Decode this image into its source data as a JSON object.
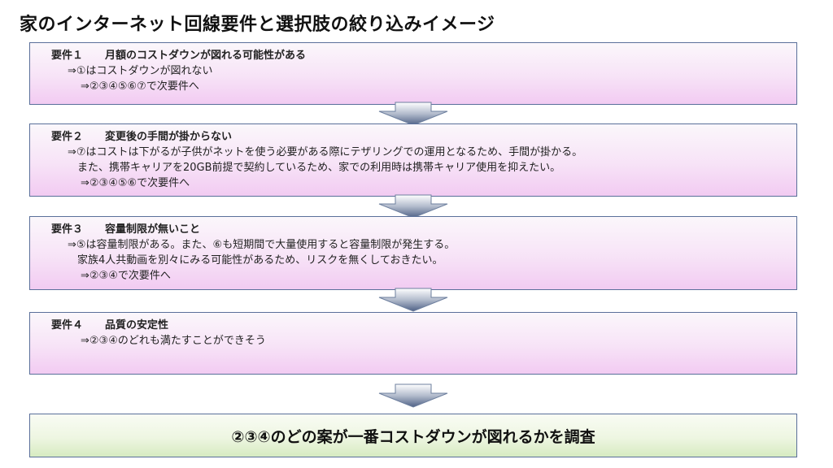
{
  "title": "家のインターネット回線要件と選択肢の絞り込みイメージ",
  "requirements": [
    {
      "num": "要件１",
      "title": "月額のコストダウンが図れる可能性がある",
      "lines": [
        "⇒①はコストダウンが図れない",
        "⇒②③④⑤⑥⑦で次要件へ"
      ]
    },
    {
      "num": "要件２",
      "title": "変更後の手間が掛からない",
      "lines": [
        "⇒⑦はコストは下がるが子供がネットを使う必要がある際にテザリングでの運用となるため、手間が掛かる。",
        "また、携帯キャリアを20GB前提で契約しているため、家での利用時は携帯キャリア使用を抑えたい。",
        "⇒②③④⑤⑥で次要件へ"
      ]
    },
    {
      "num": "要件３",
      "title": "容量制限が無いこと",
      "lines": [
        "⇒⑤は容量制限がある。また、⑥も短期間で大量使用すると容量制限が発生する。",
        "家族4人共動画を別々にみる可能性があるため、リスクを無くしておきたい。",
        "⇒②③④で次要件へ"
      ]
    },
    {
      "num": "要件４",
      "title": "品質の安定性",
      "lines": [
        "⇒②③④のどれも満たすことができそう"
      ]
    }
  ],
  "conclusion": "②③④のどの案が一番コストダウンが図れるかを調査",
  "colors": {
    "requirement_box": "#f2cbf2",
    "conclusion_box": "#d7ebc1",
    "border": "#5a6f9a",
    "arrow": "#6d7f9e"
  }
}
